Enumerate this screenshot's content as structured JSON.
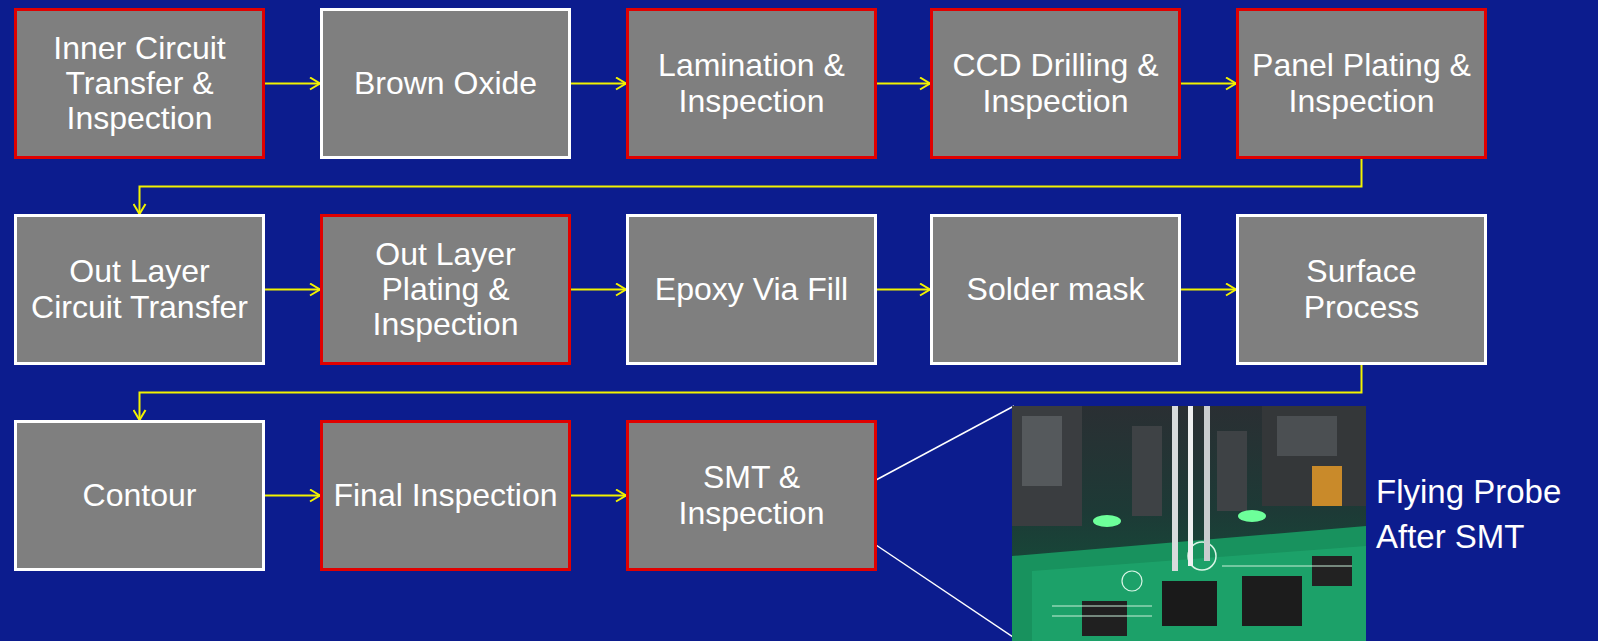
{
  "diagram": {
    "nodes": [
      {
        "text": [
          "Inner Circuit Transfer & Inspection"
        ]
      },
      {
        "text": [
          "Brown Oxide"
        ]
      },
      {
        "text": [
          "Lamination & Inspection"
        ]
      },
      {
        "text": [
          "CCD Drilling & Inspection"
        ]
      },
      {
        "text": [
          "Panel Plating & Inspection"
        ]
      },
      {
        "text": [
          "Out Layer Circuit Transfer"
        ]
      },
      {
        "text": [
          "Out Layer Plating & Inspection"
        ]
      },
      {
        "text": [
          "Epoxy Via Fill"
        ]
      },
      {
        "text": [
          "Solder mask"
        ]
      },
      {
        "text": [
          "Surface Process"
        ]
      },
      {
        "text": [
          "Contour"
        ]
      },
      {
        "text": [
          "Final Inspection"
        ]
      },
      {
        "text": [
          "SMT & Inspection"
        ]
      }
    ],
    "edges": [
      {
        "from": 0,
        "to": 1,
        "arrow": "to"
      },
      {
        "from": 1,
        "to": 2,
        "arrow": "to"
      },
      {
        "from": 2,
        "to": 3,
        "arrow": "to"
      },
      {
        "from": 3,
        "to": 4,
        "arrow": "to"
      },
      {
        "from": 4,
        "to": 5,
        "arrow": "to"
      },
      {
        "from": 5,
        "to": 6,
        "arrow": "to"
      },
      {
        "from": 6,
        "to": 7,
        "arrow": "to"
      },
      {
        "from": 7,
        "to": 8,
        "arrow": "to"
      },
      {
        "from": 8,
        "to": 9,
        "arrow": "to"
      },
      {
        "from": 9,
        "to": 10,
        "arrow": "to"
      },
      {
        "from": 10,
        "to": 11,
        "arrow": "to"
      },
      {
        "from": 11,
        "to": 12,
        "arrow": "to"
      }
    ],
    "labels": [
      "Flying Probe After SMT"
    ]
  }
}
